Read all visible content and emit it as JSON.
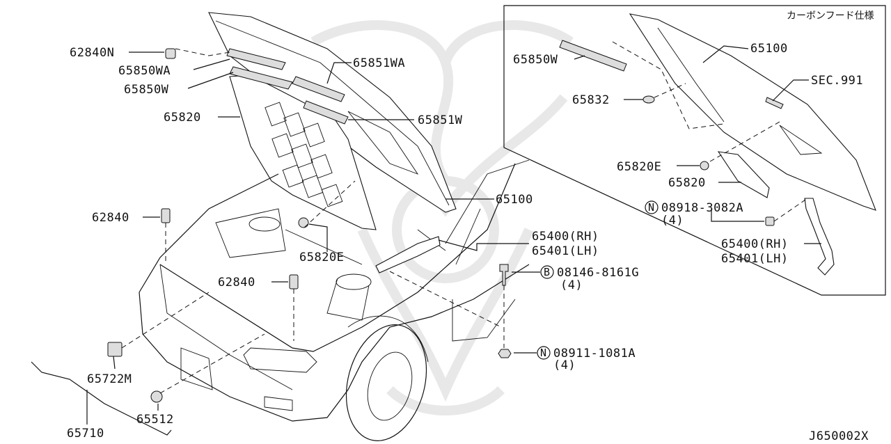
{
  "diagram": {
    "id_code": "J650002X",
    "inset_title": "カーボンフード仕様",
    "main_labels": {
      "p62840N": "62840N",
      "p65850WA": "65850WA",
      "p65850W": "65850W",
      "p65820": "65820",
      "p65851WA": "65851WA",
      "p65851W": "65851W",
      "p65100": "65100",
      "p62840_upper": "62840",
      "p62840_lower": "62840",
      "p65820E": "65820E",
      "p65400": "65400(RH)",
      "p65401": "65401(LH)",
      "p08146": "08146-8161G",
      "p08146_qty": "(4)",
      "p08911": "08911-1081A",
      "p08911_qty": "(4)",
      "p65722M": "65722M",
      "p65512": "65512",
      "p65710": "65710"
    },
    "inset_labels": {
      "p65850W": "65850W",
      "p65100": "65100",
      "p65832": "65832",
      "sec": "SEC.991",
      "p65820E": "65820E",
      "p65820": "65820",
      "p08918": "08918-3082A",
      "p08918_qty": "(4)",
      "p65400": "65400(RH)",
      "p65401": "65401(LH)"
    },
    "circle_markers": {
      "b": "B",
      "n": "N"
    }
  }
}
